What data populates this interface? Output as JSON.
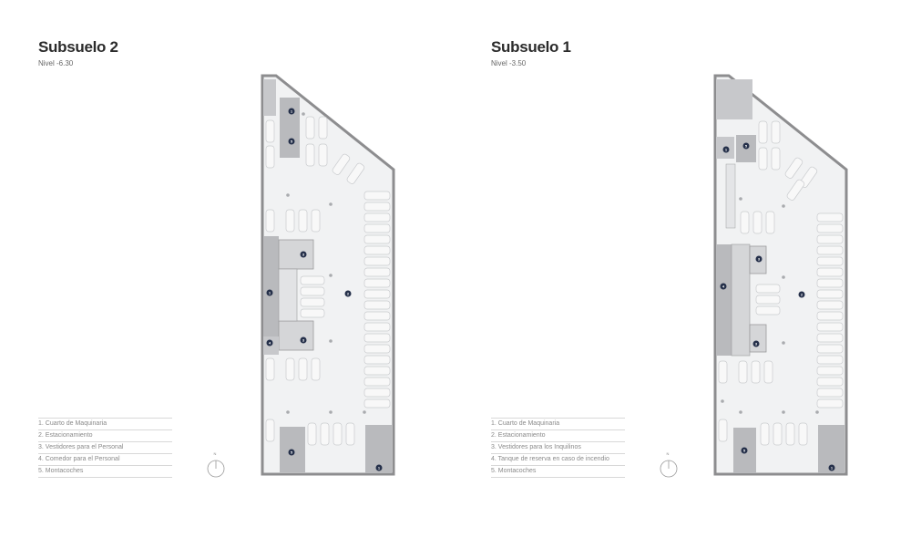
{
  "plans": [
    {
      "title": "Subsuelo 2",
      "level": "Nivel -6.30",
      "north_label": "N",
      "legend": [
        "1. Cuarto de Maquinaria",
        "2. Estacionamiento",
        "3. Vestidores para el Personal",
        "4. Comedor para el Personal",
        "5. Montacoches"
      ],
      "markers": [
        "1",
        "5",
        "3",
        "1",
        "2",
        "4",
        "3",
        "5",
        "1"
      ]
    },
    {
      "title": "Subsuelo 1",
      "level": "Nivel -3.50",
      "north_label": "N",
      "legend": [
        "1. Cuarto de Maquinaria",
        "2. Estacionamiento",
        "3. Vestidores para los Inquilinos",
        "4. Tanque de reserva en caso de incendio",
        "5. Montacoches"
      ],
      "markers": [
        "1",
        "5",
        "3",
        "4",
        "2",
        "3",
        "5",
        "1"
      ]
    }
  ],
  "colors": {
    "floor": "#f1f2f3",
    "wall": "#8d8d8f",
    "core": "#b9babd",
    "stall": "#cfd1d4",
    "marker": "#25304a",
    "pillar": "#a9abae"
  }
}
